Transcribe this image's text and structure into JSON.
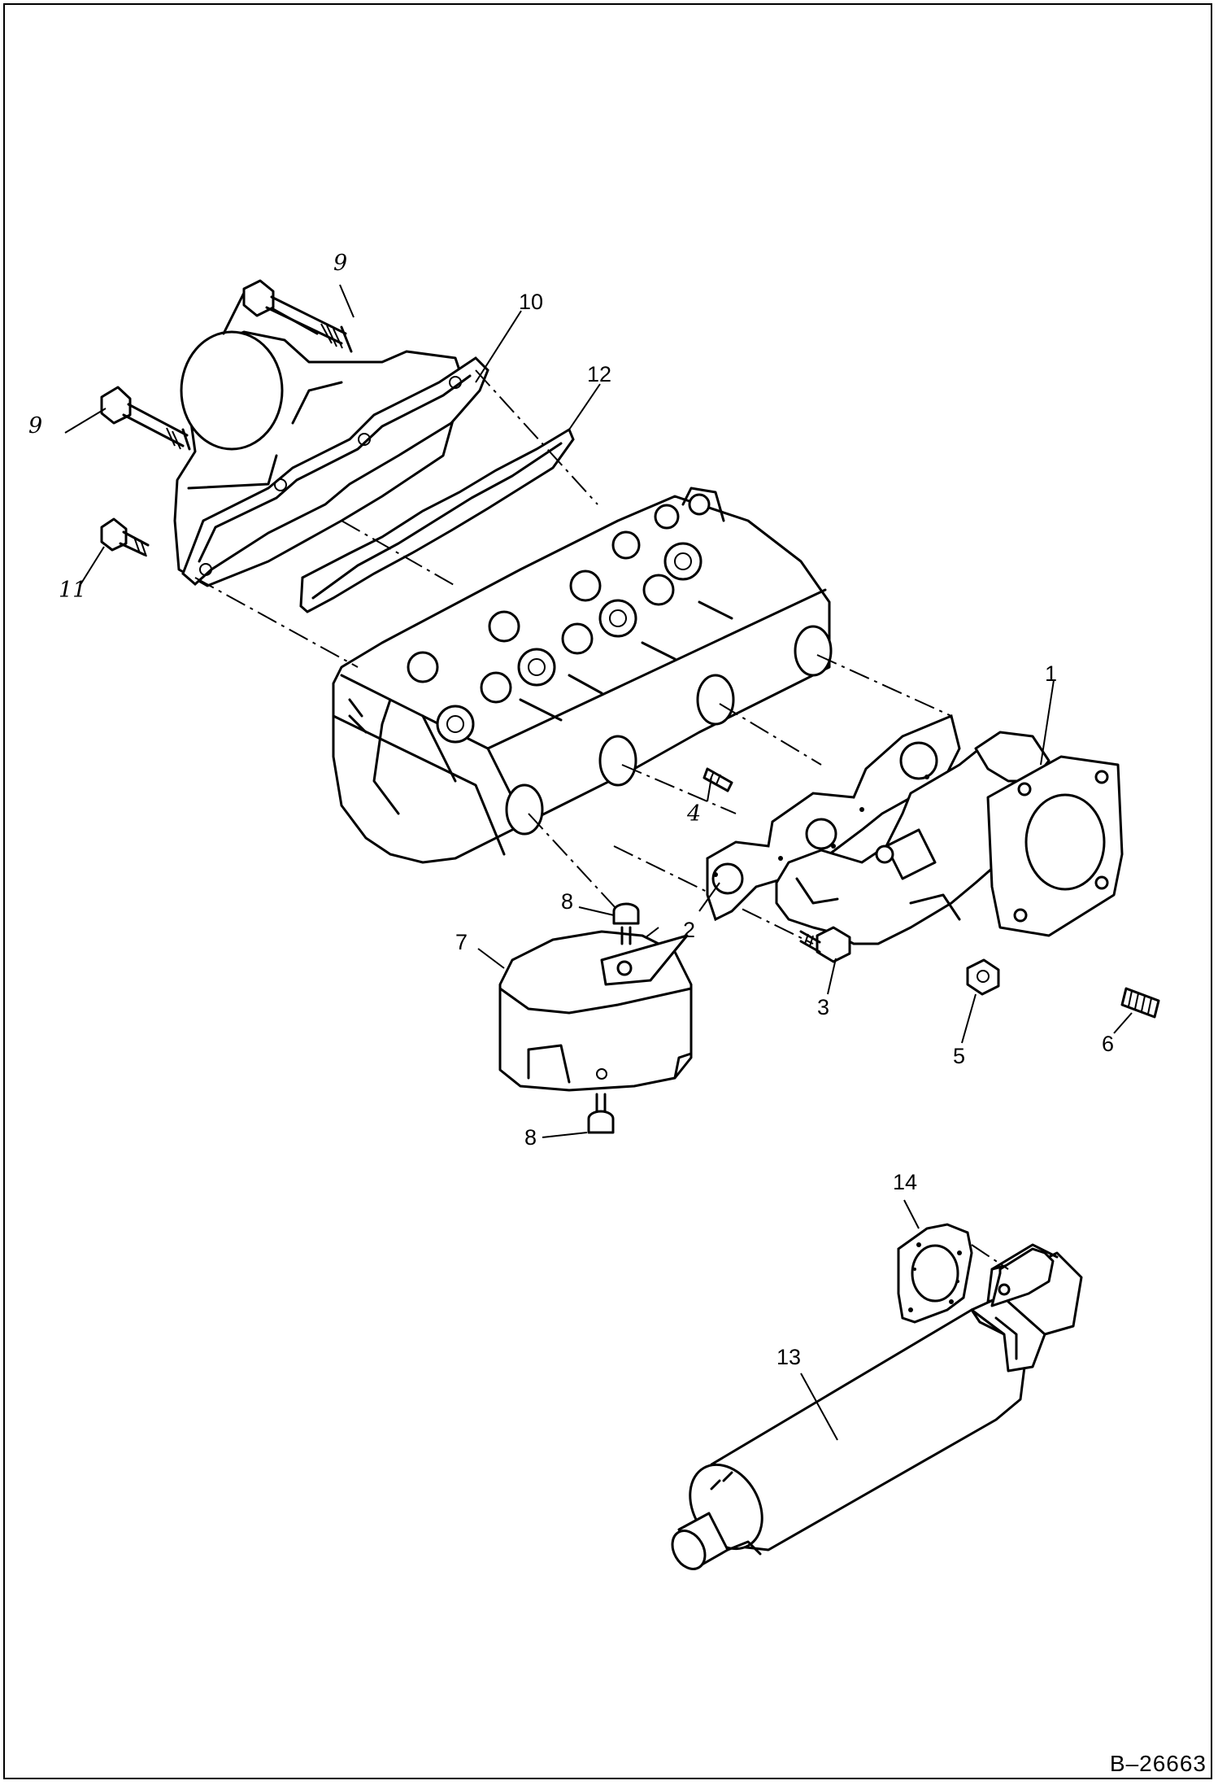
{
  "diagram": {
    "callouts": {
      "c1": "1",
      "c2": "2",
      "c3": "3",
      "c4": "4",
      "c5": "5",
      "c6": "6",
      "c7": "7",
      "c8a": "8",
      "c8b": "8",
      "c9a": "9",
      "c9b": "9",
      "c10": "10",
      "c11": "11",
      "c12": "12",
      "c13": "13",
      "c14": "14"
    },
    "figure_id": "B–26663"
  }
}
